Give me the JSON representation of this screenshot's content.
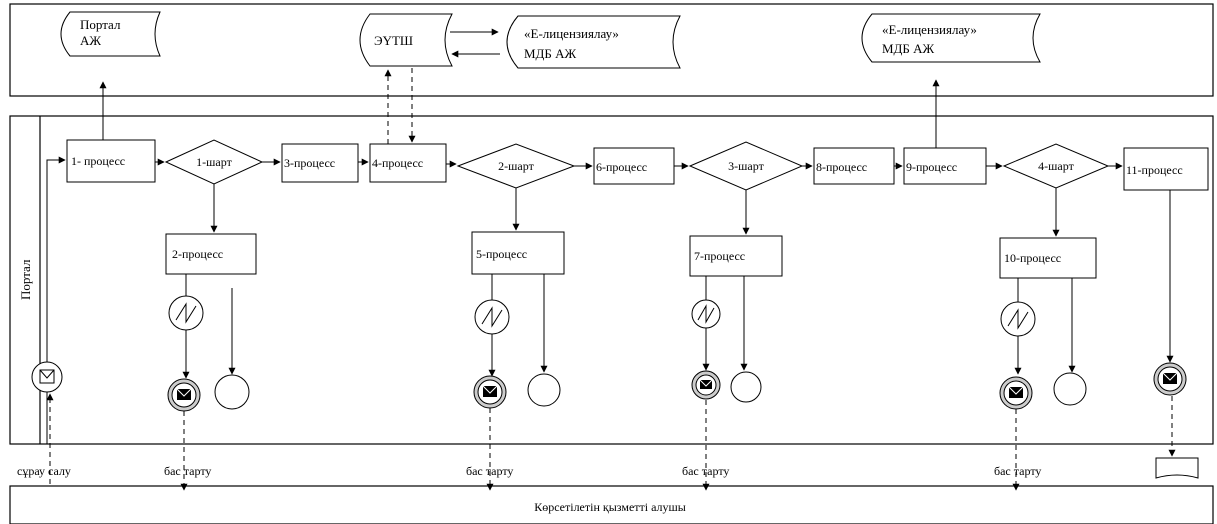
{
  "top_band": {
    "portal_system": [
      "Портал",
      "АЖ"
    ],
    "eutsh": "ЭҮТШ",
    "elicense_left": [
      "«Е-лицензиялау»",
      "МДБ АЖ"
    ],
    "elicense_right": [
      "«Е-лицензиялау»",
      "МДБ АЖ"
    ]
  },
  "lane_label": "Портал",
  "processes": {
    "p1": "1- процесс",
    "p2": "2-процесс",
    "p3": "3-процесс",
    "p4": "4-процесс",
    "p5": "5-процесс",
    "p6": "6-процесс",
    "p7": "7-процесс",
    "p8": "8-процесс",
    "p9": "9-процесс",
    "p10": "10-процесс",
    "p11": "11-процесс"
  },
  "conditions": {
    "c1": "1-шарт",
    "c2": "2-шарт",
    "c3": "3-шарт",
    "c4": "4-шарт"
  },
  "bottom_labels": {
    "request": "сұрау салу",
    "refusal": "бас тарту"
  },
  "service_receiver": "Көрсетілетін қызметті алушы"
}
